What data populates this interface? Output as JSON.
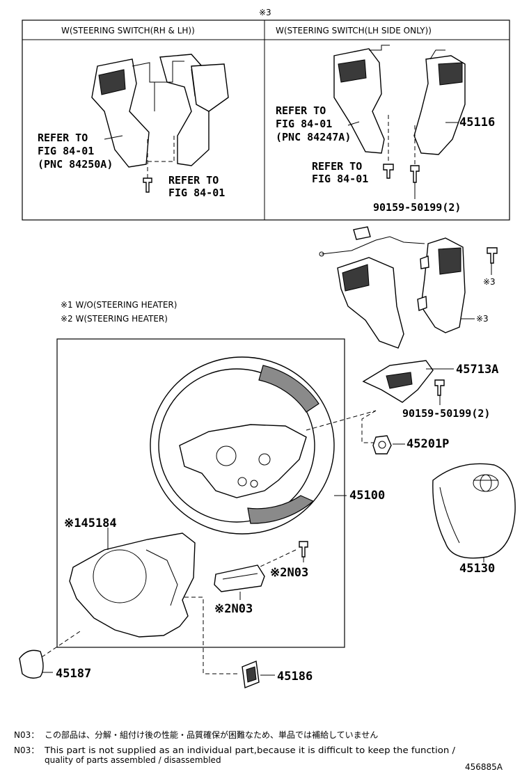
{
  "top_marker": "※3",
  "header_left": "W(STEERING SWITCH(RH & LH))",
  "header_right": "W(STEERING SWITCH(LH SIDE ONLY))",
  "refs": {
    "left_refer_1": [
      "REFER TO",
      "FIG 84-01",
      "(PNC 84250A)"
    ],
    "left_refer_2": [
      "REFER TO",
      "FIG 84-01"
    ],
    "right_refer_1": [
      "REFER TO",
      "FIG 84-01",
      "(PNC 84247A)"
    ],
    "right_refer_2": [
      "REFER TO",
      "FIG 84-01"
    ]
  },
  "legend": [
    "※1  W/O(STEERING HEATER)",
    "※2  W(STEERING HEATER)"
  ],
  "parts": {
    "p45116": "45116",
    "p90159_top": "90159-50199(2)",
    "p_mark3_bolt": "※3",
    "p_mark3_switch": "※3",
    "p45713A": "45713A",
    "p90159_mid": "90159-50199(2)",
    "p45201P": "45201P",
    "p45100": "45100",
    "p45130": "45130",
    "p45184": "※145184",
    "pN03_screw": "※2N03",
    "pN03_module": "※2N03",
    "p45187": "45187",
    "p45186": "45186"
  },
  "notes": {
    "jp_prefix": "N03：",
    "jp_text": "この部品は、分解・組付け後の性能・品質確保が困難なため、単品では補給していません",
    "en_prefix": "N03：",
    "en_line1": "This part is not supplied as an individual part,because it is difficult to keep the function /",
    "en_line2": "quality of parts assembled / disassembled"
  },
  "figure_id": "456885A"
}
